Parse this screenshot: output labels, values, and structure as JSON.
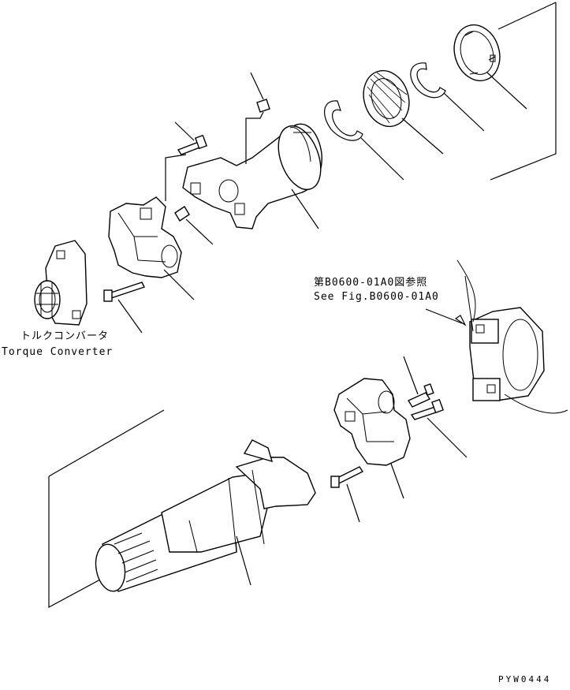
{
  "labels": {
    "torque_converter_jp": "トルクコンバータ",
    "torque_converter_en": "Torque Converter",
    "see_ref_jp": "第B0600-01A0図参照",
    "see_ref_en": "See Fig.B0600-01A0",
    "figure_code": "PYW0444"
  }
}
